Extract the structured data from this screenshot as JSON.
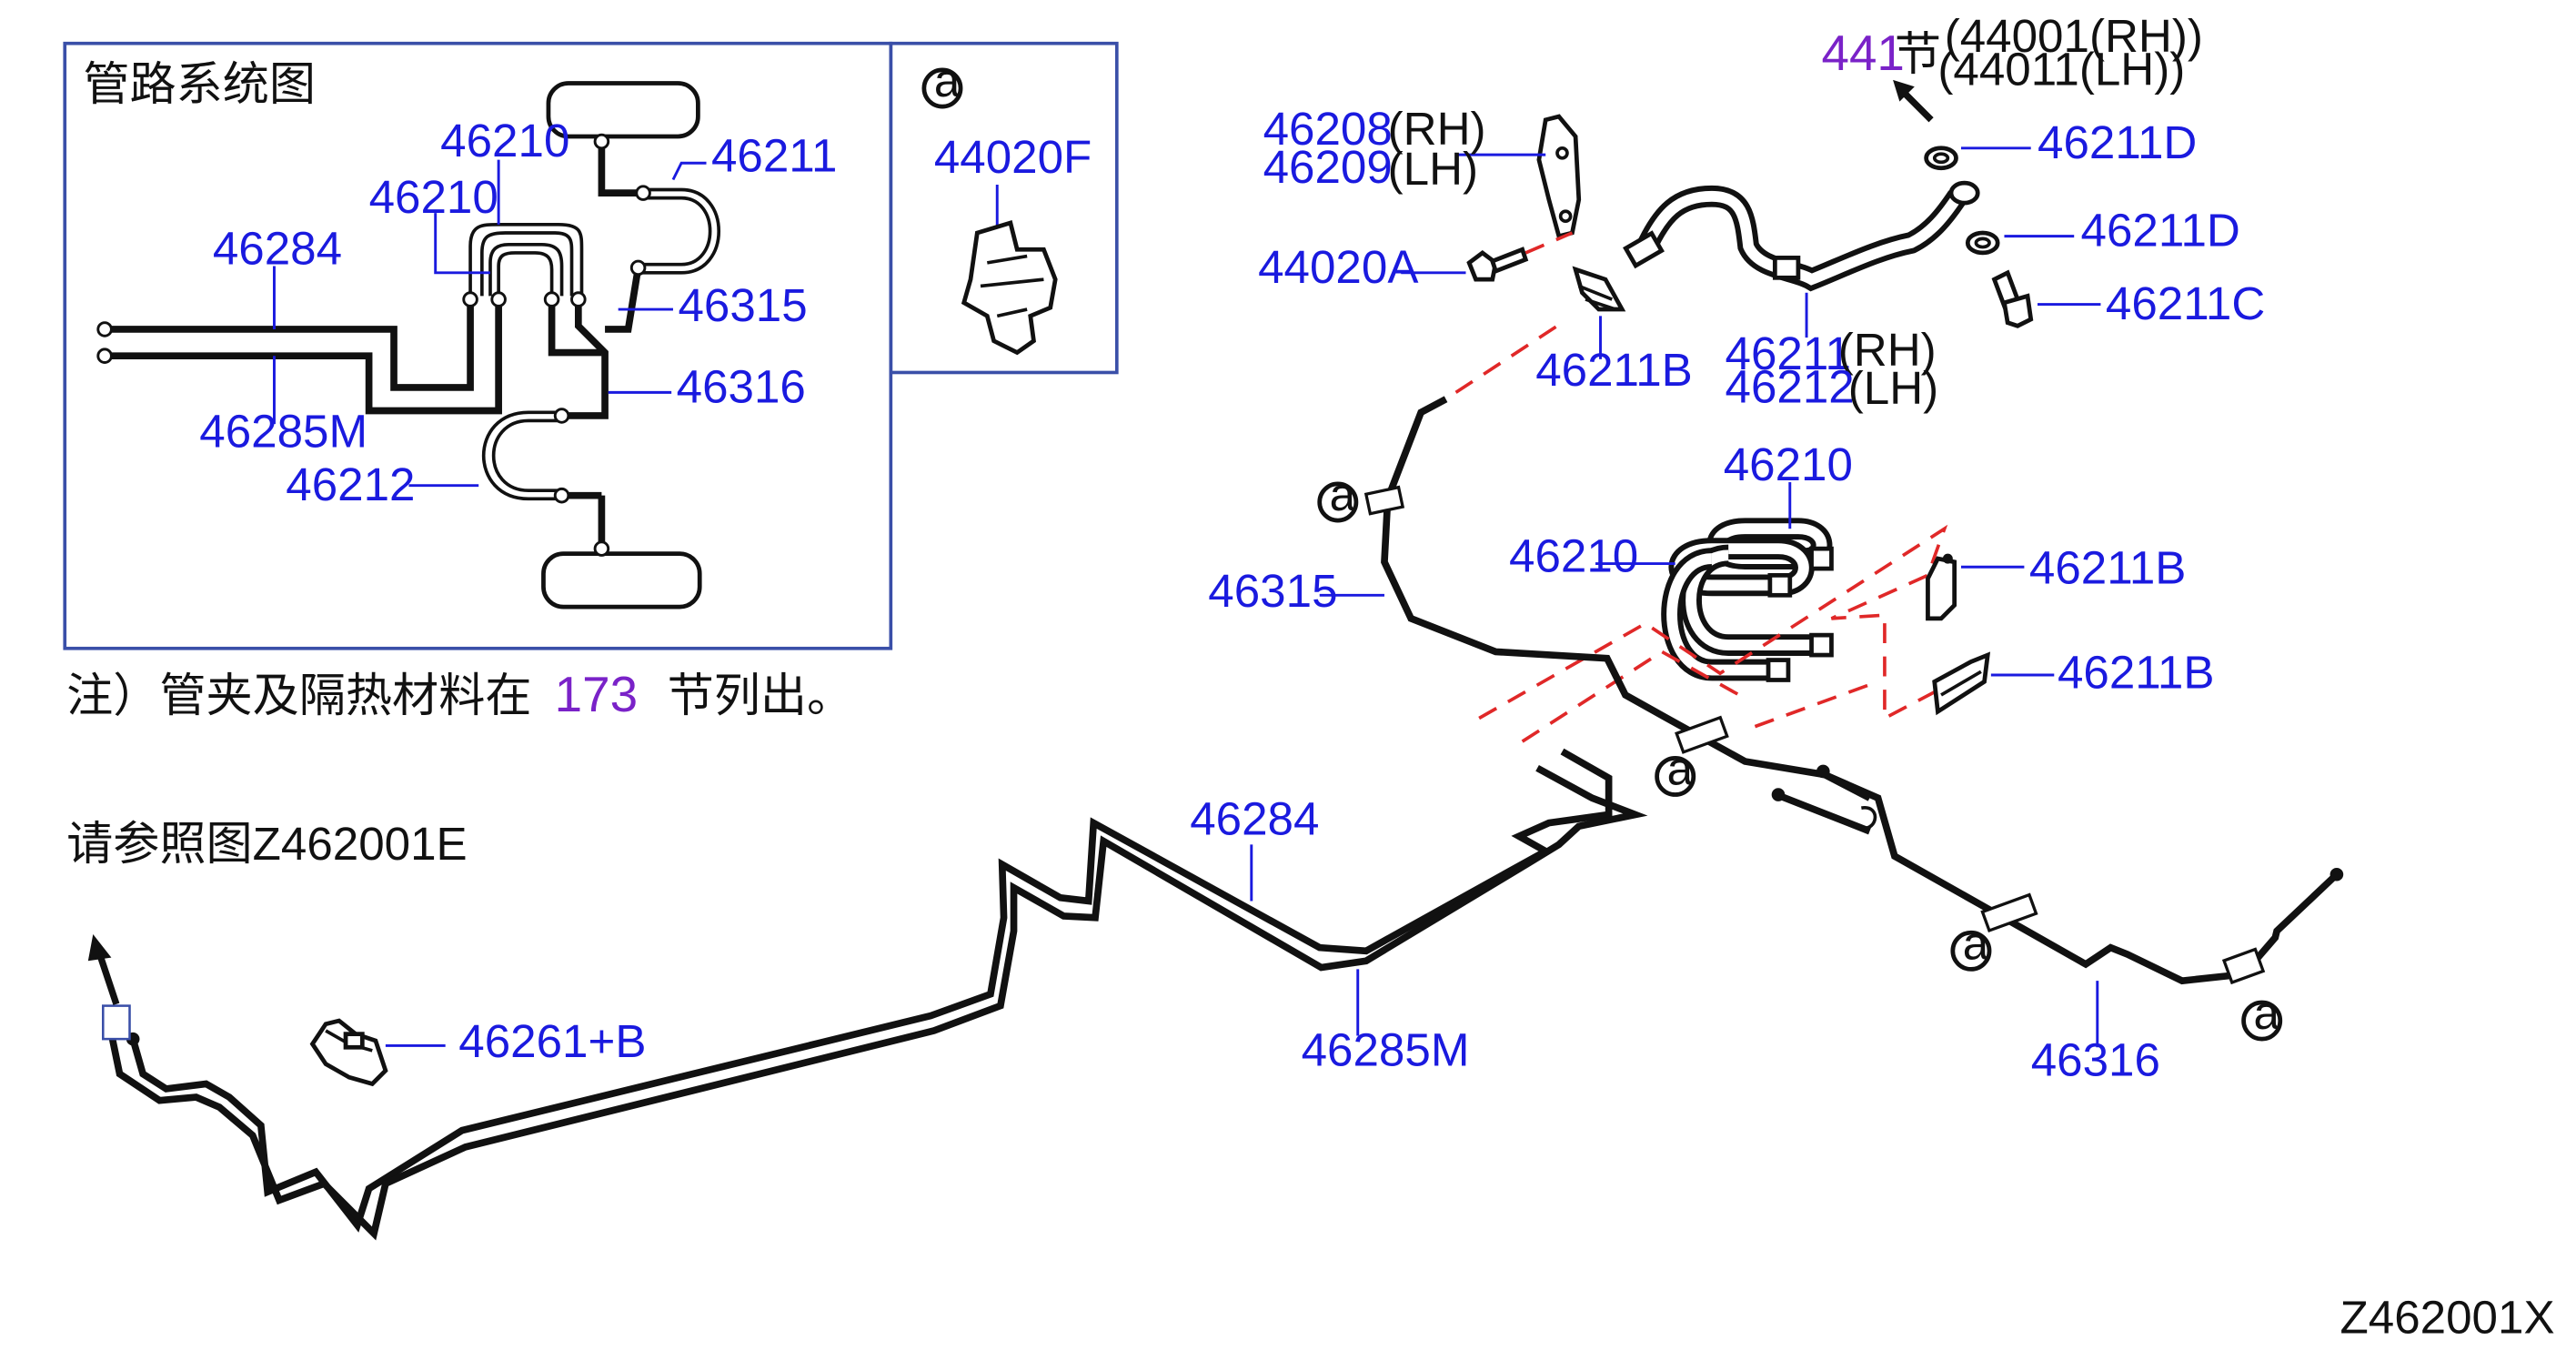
{
  "inset": {
    "title": "管路系统图",
    "labels": {
      "l46210a": "46210",
      "l46210b": "46210",
      "l46211": "46211",
      "l46284": "46284",
      "l46315": "46315",
      "l46316": "46316",
      "l46285m": "46285M",
      "l46212": "46212"
    }
  },
  "clip_box": {
    "callout": "a",
    "part": "44020F"
  },
  "note": {
    "prefix": "注）管夹及隔热材料在",
    "section": "173",
    "suffix": "节列出。"
  },
  "reference": "请参照图Z462001E",
  "top_ref": {
    "section": "441",
    "char": "节",
    "rh": "(44001(RH))",
    "lh": "(44011(LH))"
  },
  "parts": {
    "p46208": "46208",
    "p46208_side": "(RH)",
    "p46209": "46209",
    "p46209_side": "(LH)",
    "p44020a": "44020A",
    "p46211b_top": "46211B",
    "p46211d_a": "46211D",
    "p46211d_b": "46211D",
    "p46211c": "46211C",
    "p46211": "46211",
    "p46211_side": "(RH)",
    "p46212": "46212",
    "p46212_side": "(LH)",
    "p46210_a": "46210",
    "p46210_b": "46210",
    "p46211b_mid": "46211B",
    "p46211b_low": "46211B",
    "p46315": "46315",
    "p46284": "46284",
    "p46285m": "46285M",
    "p46316": "46316",
    "p46261b": "46261+B"
  },
  "callouts": {
    "c1": "a",
    "c2": "a",
    "c3": "a",
    "c4": "a"
  },
  "diagram_id": "Z462001X"
}
